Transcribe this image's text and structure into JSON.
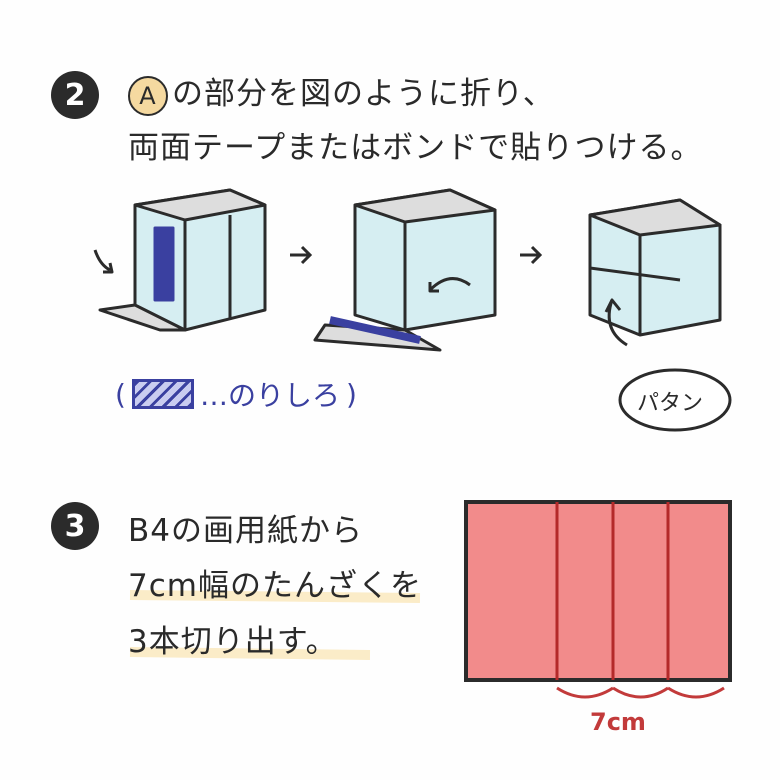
{
  "step2": {
    "number": "2",
    "badge": "A",
    "line1": "の部分を図のように折り、",
    "line2": "両面テープまたはボンドで貼りつける。",
    "legend": "…のりしろ",
    "legend_open": "(",
    "legend_close": ")",
    "bubble": "パタン"
  },
  "step3": {
    "number": "3",
    "line1": "B4の画用紙から",
    "line2": "7cm幅のたんざくを",
    "line3": "3本切り出す。",
    "dimension": "7cm"
  },
  "colors": {
    "box": "#d6eef2",
    "glue": "#3a40a0",
    "paper": "#f28b8b",
    "dark": "#2b2b2b",
    "highlight": "#fbecc8"
  }
}
